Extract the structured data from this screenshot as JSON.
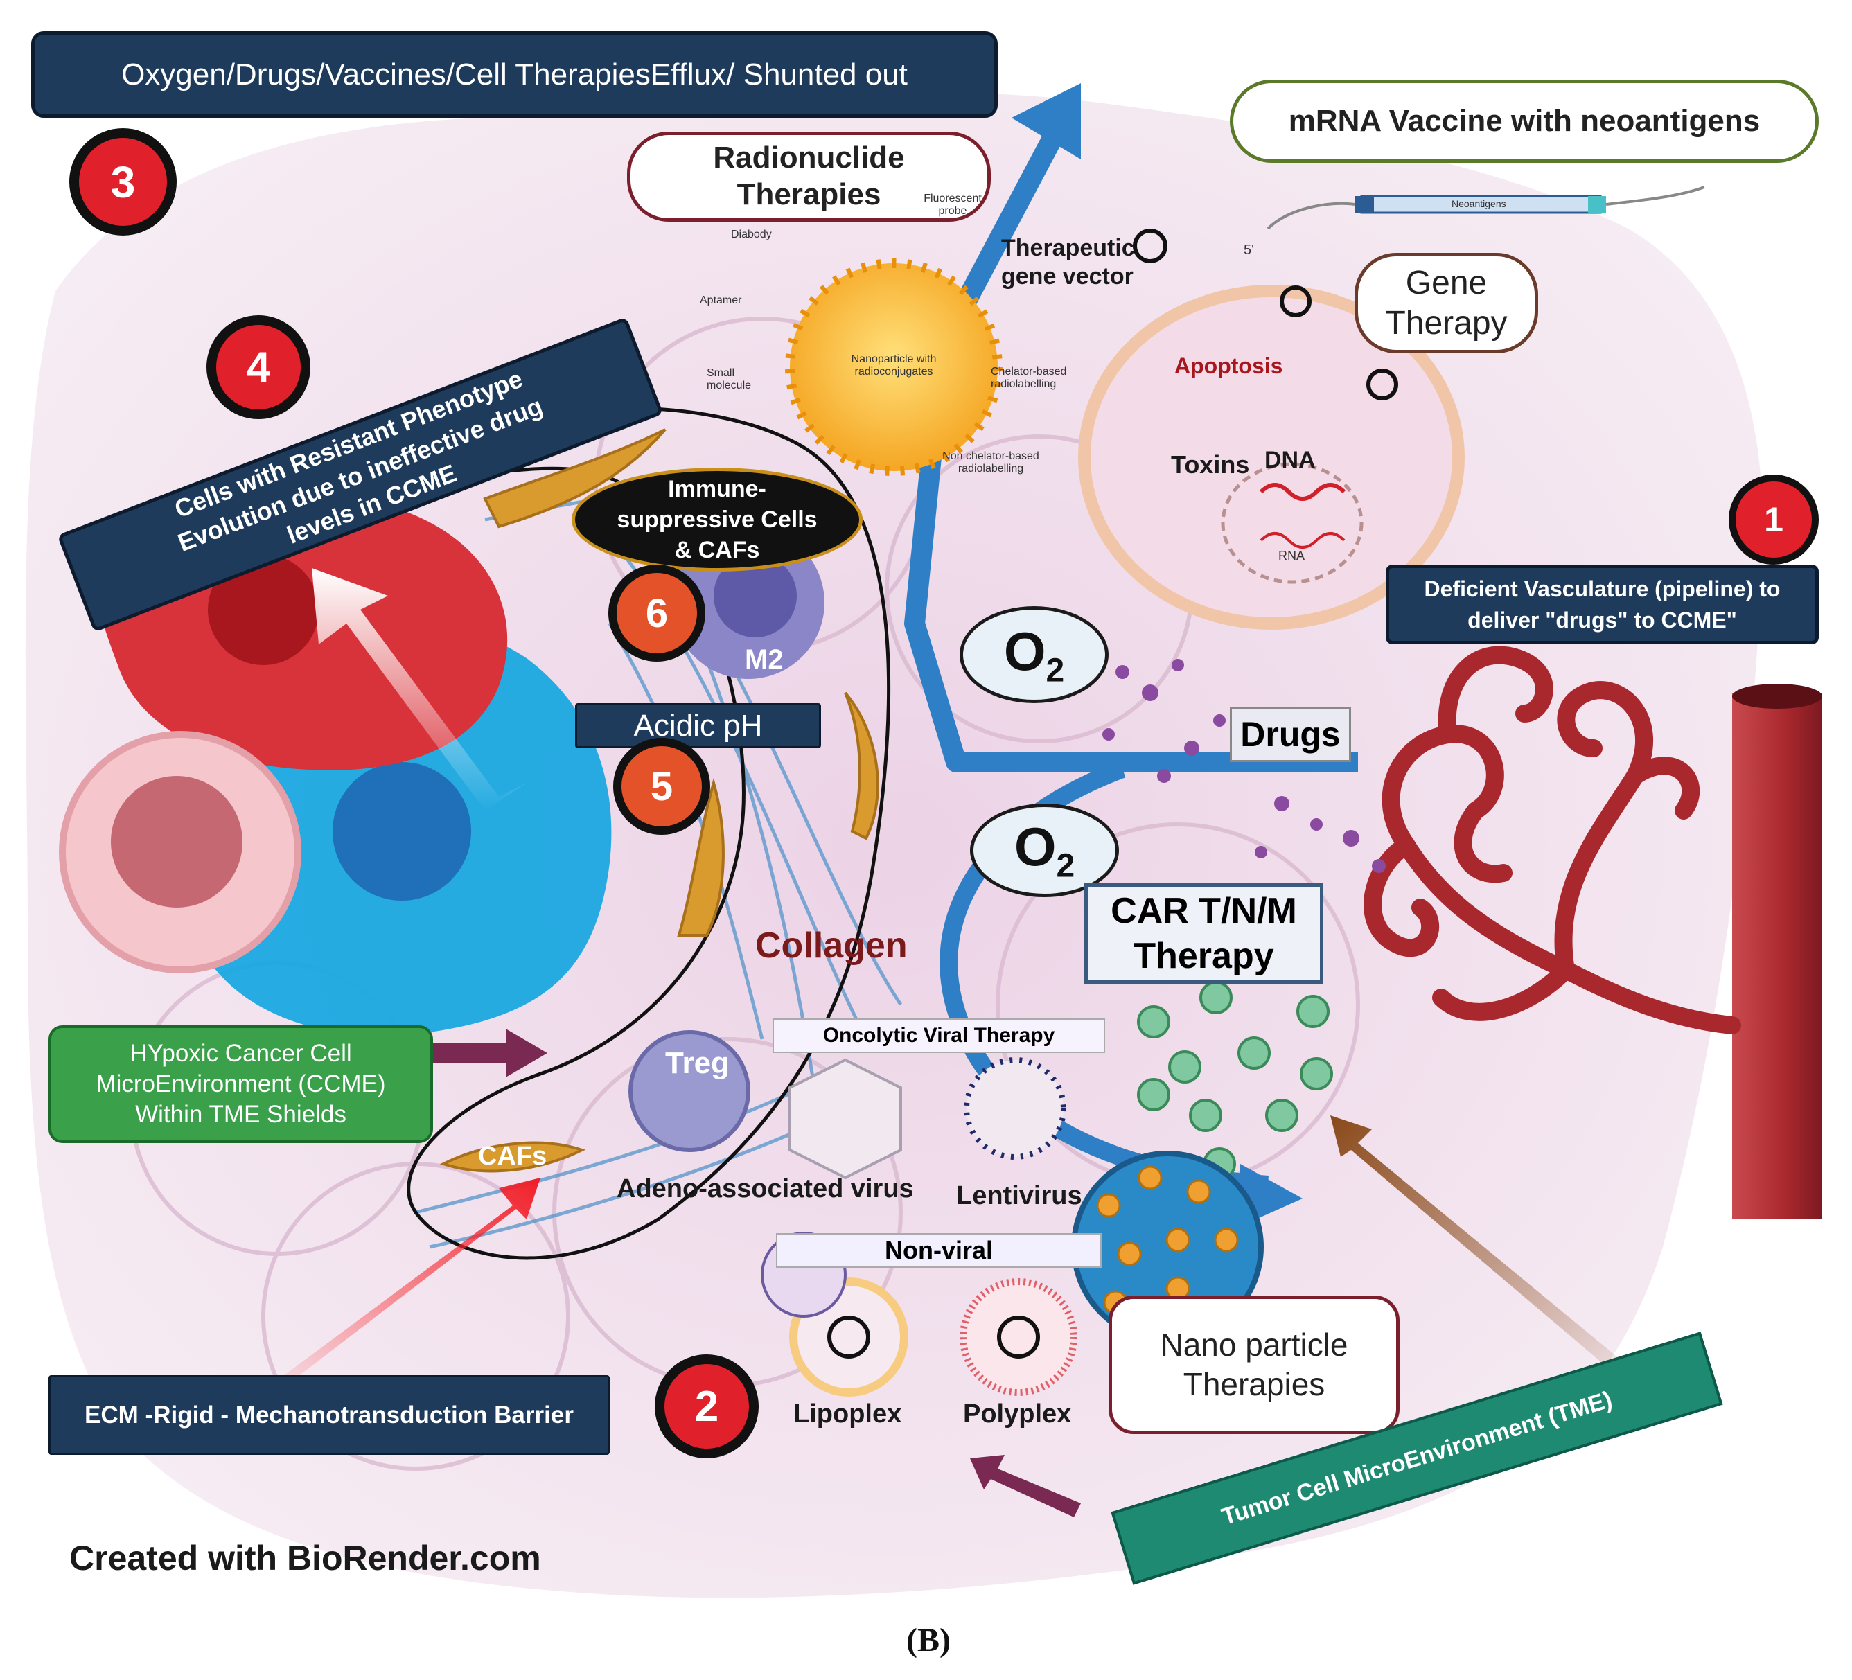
{
  "boxes": {
    "efflux": "Oxygen/Drugs/Vaccines/Cell TherapiesEfflux/ Shunted out",
    "radionuclide": "Radionuclide Therapies",
    "mrna": "mRNA Vaccine with neoantigens",
    "gene_therapy": "Gene Therapy",
    "resistant": "Cells with Resistant Phenotype Evolution due to ineffective drug levels  in CCME",
    "immune": "Immune-suppressive Cells & CAFs",
    "deficient": "Deficient Vasculature (pipeline) to deliver \"drugs\" to CCME\"",
    "acidic": "Acidic pH",
    "car": "CAR T/N/M Therapy",
    "hypoxic": "HYpoxic Cancer Cell MicroEnvironment (CCME) Within TME Shields",
    "oncolytic": "Oncolytic Viral Therapy",
    "non_viral": "Non-viral",
    "nano": "Nano particle Therapies",
    "ecm": "ECM -Rigid - Mechanotransduction Barrier",
    "tme": "Tumor Cell MicroEnvironment  (TME)"
  },
  "badges": {
    "b1": "1",
    "b2": "2",
    "b3": "3",
    "b4": "4",
    "b5": "5",
    "b6": "6"
  },
  "labels": {
    "therapeutic_vector": "Therapeutic gene vector",
    "apoptosis": "Apoptosis",
    "toxins": "Toxins",
    "dna": "DNA",
    "rna": "RNA",
    "m2": "M2",
    "drugs": "Drugs",
    "collagen": "Collagen",
    "treg": "Treg",
    "cafs": "CAFs",
    "aav": "Adeno-associated virus",
    "lentivirus": "Lentivirus",
    "lipoplex": "Lipoplex",
    "polyplex": "Polyplex",
    "o2_symbol": "O",
    "o2_sub": "2"
  },
  "small_labels": {
    "nanoparticle": "Nanoparticle with radioconjugates",
    "diabody": "Diabody",
    "aptamer": "Aptamer",
    "small_molecule": "Small molecule",
    "fluorescent": "Fluorescent probe",
    "chelator": "Chelator-based radiolabelling",
    "non_chelator": "Non chelator-based radiolabelling",
    "neoantigens": "Neoantigens",
    "five_prime": "5'"
  },
  "footer": {
    "credit": "Created with BioRender.com",
    "panel": "(B)"
  },
  "colors": {
    "navy": "#1f3b5c",
    "badge_red": "#e0202a",
    "badge_orange": "#e4522a",
    "vessel_red": "#a8282e",
    "cancer_red": "#d8323a",
    "cancer_blue": "#1aa8e0",
    "flow_blue": "#2f7fc6",
    "green_box": "#3aa04a",
    "teal_box": "#1f8a72",
    "tissue": "#f3e3ee",
    "collagen": "#7a1a1a"
  },
  "icons": [
    "nanoparticle-icon",
    "blood-vessel-icon",
    "cancer-cell-icon",
    "virus-icon",
    "plasmid-icon",
    "antibody-icon",
    "macrophage-icon"
  ]
}
